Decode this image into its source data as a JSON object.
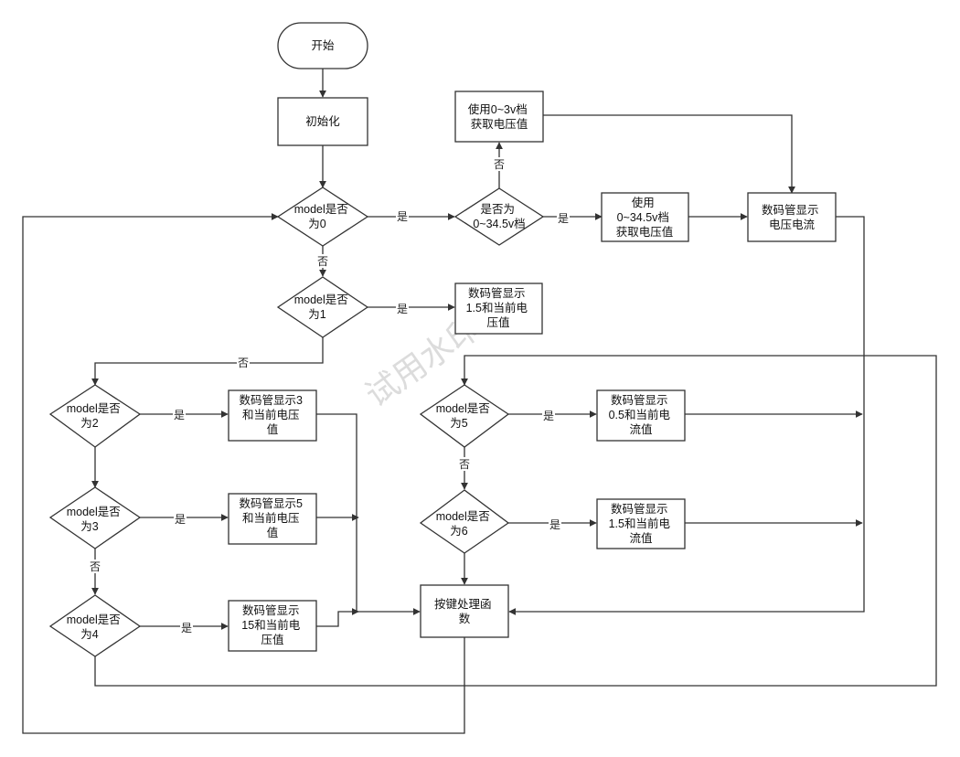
{
  "watermark": "试用水印",
  "nodes": {
    "start": "开始",
    "init": "初始化",
    "d0": [
      "model是否",
      "为0"
    ],
    "d_range": [
      "是否为",
      "0~34.5v档"
    ],
    "use_03": [
      "使用0~3v档",
      "获取电压值"
    ],
    "use_345": [
      "使用",
      "0~34.5v档",
      "获取电压值"
    ],
    "show_vi": [
      "数码管显示",
      "电压电流"
    ],
    "d1": [
      "model是否",
      "为1"
    ],
    "show_15v": [
      "数码管显示",
      "1.5和当前电",
      "压值"
    ],
    "d2": [
      "model是否",
      "为2"
    ],
    "show_3v": [
      "数码管显示3",
      "和当前电压",
      "值"
    ],
    "d3": [
      "model是否",
      "为3"
    ],
    "show_5v": [
      "数码管显示5",
      "和当前电压",
      "值"
    ],
    "d4": [
      "model是否",
      "为4"
    ],
    "show_15v_big": [
      "数码管显示",
      "15和当前电",
      "压值"
    ],
    "d5": [
      "model是否",
      "为5"
    ],
    "show_05a": [
      "数码管显示",
      "0.5和当前电",
      "流值"
    ],
    "d6": [
      "model是否",
      "为6"
    ],
    "show_15a": [
      "数码管显示",
      "1.5和当前电",
      "流值"
    ],
    "key": [
      "按键处理函",
      "数"
    ]
  },
  "edge_labels": {
    "yes": "是",
    "no": "否"
  },
  "colors": {
    "stroke": "#333333",
    "fill": "#ffffff",
    "watermark": "#dcdcdc"
  }
}
